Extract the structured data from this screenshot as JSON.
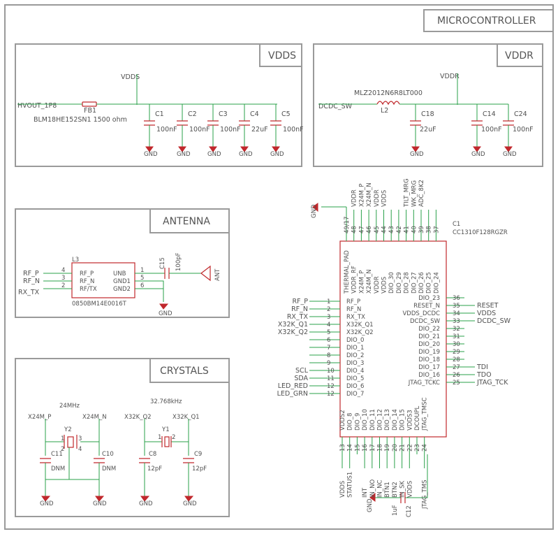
{
  "sheet_title": "MICROCONTROLLER",
  "vdds": {
    "title": "VDDS",
    "rail": "VDDS",
    "input": "HVOUT_1P8",
    "ferrite": {
      "ref": "FB1",
      "part": "BLM18HE152SN1  1500 ohm"
    },
    "caps": [
      {
        "ref": "C1",
        "value": "100nF"
      },
      {
        "ref": "C2",
        "value": "100nF"
      },
      {
        "ref": "C3",
        "value": "100nF"
      },
      {
        "ref": "C4",
        "value": "22uF"
      },
      {
        "ref": "C5",
        "value": "100nF"
      }
    ],
    "gnd": "GND"
  },
  "vddr": {
    "title": "VDDR",
    "rail": "VDDR",
    "input": "DCDC_SW",
    "inductor": {
      "ref": "L2",
      "part": "MLZ2012N6R8LT000"
    },
    "caps": [
      {
        "ref": "C18",
        "value": "22uF"
      },
      {
        "ref": "C14",
        "value": "100nF"
      },
      {
        "ref": "C24",
        "value": "100nF"
      }
    ],
    "gnd": "GND"
  },
  "antenna": {
    "title": "ANTENNA",
    "balun": {
      "ref": "L3",
      "part": "0850BM14E0016T",
      "left_pins": [
        {
          "num": "4",
          "name": "RF_P",
          "net": "RF_P"
        },
        {
          "num": "3",
          "name": "RF_N",
          "net": "RF_N"
        },
        {
          "num": "2",
          "name": "RF/TX",
          "net": "RX_TX"
        }
      ],
      "right_pins": [
        {
          "num": "1",
          "name": "UNB"
        },
        {
          "num": "5",
          "name": "GND1"
        },
        {
          "num": "6",
          "name": "GND2"
        }
      ]
    },
    "cap": {
      "ref": "C15",
      "value": "100pF"
    },
    "ant": "ANT",
    "gnd": "GND"
  },
  "crystals": {
    "title": "CRYSTALS",
    "y2": {
      "ref": "Y2",
      "freq": "24MHz",
      "net_a": "X24M_P",
      "net_b": "X24M_N",
      "pins": [
        "1",
        "3",
        "2",
        "4"
      ],
      "cap_a": {
        "ref": "C11",
        "value": "DNM"
      },
      "cap_b": {
        "ref": "C10",
        "value": "DNM"
      }
    },
    "y1": {
      "ref": "Y1",
      "freq": "32.768kHz",
      "net_a": "X32K_Q2",
      "net_b": "X32K_Q1",
      "pins": [
        "1",
        "2"
      ],
      "cap_a": {
        "ref": "C8",
        "value": "12pF"
      },
      "cap_b": {
        "ref": "C9",
        "value": "12pF"
      }
    },
    "gnd": "GND"
  },
  "mcu": {
    "ref": "C1",
    "part": "CC1310F128RGZR",
    "top_pins": [
      {
        "num": "49/17",
        "name": "THERMAL_PAD",
        "net": "GND"
      },
      {
        "num": "48",
        "name": "VDDR_RF",
        "net": "VDDR"
      },
      {
        "num": "47",
        "name": "X24M_P",
        "net": "X24M_P"
      },
      {
        "num": "46",
        "name": "X24M_N",
        "net": "X24M_N"
      },
      {
        "num": "45",
        "name": "VDDR",
        "net": "VDDR"
      },
      {
        "num": "44",
        "name": "VDDS",
        "net": "VDDS"
      },
      {
        "num": "43",
        "name": "DIO_30",
        "net": ""
      },
      {
        "num": "42",
        "name": "DIO_29",
        "net": ""
      },
      {
        "num": "41",
        "name": "DIO_28",
        "net": "TILT_MRG"
      },
      {
        "num": "40",
        "name": "DIO_27",
        "net": "WK_MRG"
      },
      {
        "num": "39",
        "name": "DIO_26",
        "net": "ADC_8K2"
      },
      {
        "num": "38",
        "name": "DIO_25",
        "net": ""
      },
      {
        "num": "37",
        "name": "DIO_24",
        "net": ""
      }
    ],
    "left_pins": [
      {
        "num": "1",
        "name": "RF_P",
        "net": "RF_P"
      },
      {
        "num": "2",
        "name": "RF_N",
        "net": "RF_N"
      },
      {
        "num": "3",
        "name": "RX_TX",
        "net": "RX_TX"
      },
      {
        "num": "4",
        "name": "X32K_Q1",
        "net": "X32K_Q1"
      },
      {
        "num": "5",
        "name": "X32K_Q2",
        "net": "X32K_Q2"
      },
      {
        "num": "6",
        "name": "DIO_0",
        "net": ""
      },
      {
        "num": "7",
        "name": "DIO_1",
        "net": ""
      },
      {
        "num": "8",
        "name": "DIO_2",
        "net": ""
      },
      {
        "num": "9",
        "name": "DIO_3",
        "net": ""
      },
      {
        "num": "10",
        "name": "DIO_4",
        "net": "SCL"
      },
      {
        "num": "11",
        "name": "DIO_5",
        "net": "SDA"
      },
      {
        "num": "12",
        "name": "DIO_6",
        "net": "LED_RED"
      },
      {
        "num": "12",
        "name": "DIO_7",
        "net": "LED_GRN"
      }
    ],
    "right_pins": [
      {
        "num": "36",
        "name": "DIO_23",
        "net": ""
      },
      {
        "num": "35",
        "name": "RESET_N",
        "net": "RESET"
      },
      {
        "num": "34",
        "name": "VDDS_DCDC",
        "net": "VDDS"
      },
      {
        "num": "33",
        "name": "DCDC_SW",
        "net": "DCDC_SW"
      },
      {
        "num": "32",
        "name": "DIO_22",
        "net": ""
      },
      {
        "num": "31",
        "name": "DIO_21",
        "net": ""
      },
      {
        "num": "30",
        "name": "DIO_20",
        "net": ""
      },
      {
        "num": "29",
        "name": "DIO_19",
        "net": ""
      },
      {
        "num": "28",
        "name": "DIO_18",
        "net": ""
      },
      {
        "num": "27",
        "name": "DIO_17",
        "net": "TDI"
      },
      {
        "num": "26",
        "name": "DIO_16",
        "net": "TDO"
      },
      {
        "num": "25",
        "name": "JTAG_TCKC",
        "net": "JTAG_TCK"
      }
    ],
    "bottom_pins": [
      {
        "num": "13",
        "name": "VDDS2",
        "net": "VDDS"
      },
      {
        "num": "14",
        "name": "DIO_8",
        "net": "STATUS1"
      },
      {
        "num": "15",
        "name": "DIO_9",
        "net": ""
      },
      {
        "num": "16",
        "name": "DIO_10",
        "net": "INT"
      },
      {
        "num": "17",
        "name": "DIO_11",
        "net": "IN_NO"
      },
      {
        "num": "18",
        "name": "DIO_12",
        "net": "IN_NC"
      },
      {
        "num": "19",
        "name": "DIO_13",
        "net": "BTN1"
      },
      {
        "num": "20",
        "name": "DIO_14",
        "net": "BTN2"
      },
      {
        "num": "21",
        "name": "DIO_15",
        "net": "IN_SK"
      },
      {
        "num": "22",
        "name": "VDDS3",
        "net": "VDDS"
      },
      {
        "num": "23",
        "name": "DCOUPL",
        "net": ""
      },
      {
        "num": "24",
        "name": "JTAG_TMSC",
        "net": "JTAG_TMS"
      }
    ],
    "dcoupl_cap": {
      "ref": "C12",
      "value": "1uF"
    },
    "gnd": "GND"
  }
}
